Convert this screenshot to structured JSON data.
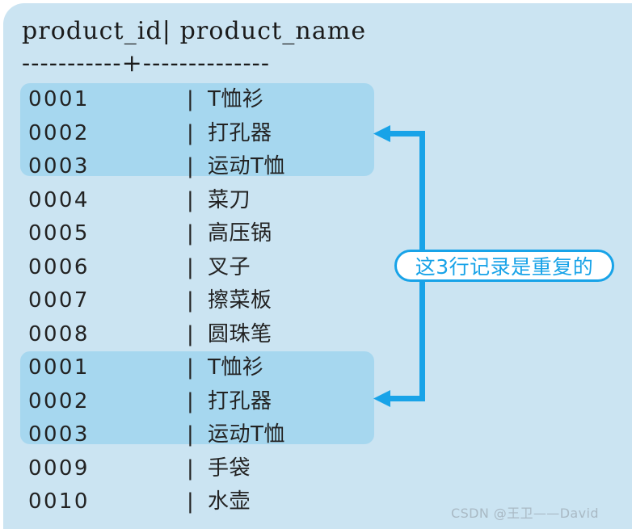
{
  "colors": {
    "page_background": "#ffffff",
    "panel_background": "#cbe4f2",
    "highlight_band": "#a6d7ef",
    "accent_blue": "#18a3e8",
    "text": "#222222",
    "watermark": "#a9b9c4"
  },
  "table": {
    "header_line": "product_id| product_name",
    "separator_line": "-----------+--------------",
    "columns": [
      "product_id",
      "product_name"
    ],
    "pipe": "|",
    "rows": [
      {
        "product_id": "0001",
        "product_name": "T恤衫",
        "duplicate": true
      },
      {
        "product_id": "0002",
        "product_name": "打孔器",
        "duplicate": true
      },
      {
        "product_id": "0003",
        "product_name": "运动T恤",
        "duplicate": true
      },
      {
        "product_id": "0004",
        "product_name": "菜刀",
        "duplicate": false
      },
      {
        "product_id": "0005",
        "product_name": "高压锅",
        "duplicate": false
      },
      {
        "product_id": "0006",
        "product_name": "叉子",
        "duplicate": false
      },
      {
        "product_id": "0007",
        "product_name": "擦菜板",
        "duplicate": false
      },
      {
        "product_id": "0008",
        "product_name": "圆珠笔",
        "duplicate": false
      },
      {
        "product_id": "0001",
        "product_name": "T恤衫",
        "duplicate": true
      },
      {
        "product_id": "0002",
        "product_name": "打孔器",
        "duplicate": true
      },
      {
        "product_id": "0003",
        "product_name": "运动T恤",
        "duplicate": true
      },
      {
        "product_id": "0009",
        "product_name": "手袋",
        "duplicate": false
      },
      {
        "product_id": "0010",
        "product_name": "水壶",
        "duplicate": false
      }
    ]
  },
  "annotation": {
    "callout_text": "这3行记录是重复的",
    "arrow_count": 2,
    "arrow_direction": "left"
  },
  "watermark": {
    "text": "CSDN @王卫——David"
  }
}
